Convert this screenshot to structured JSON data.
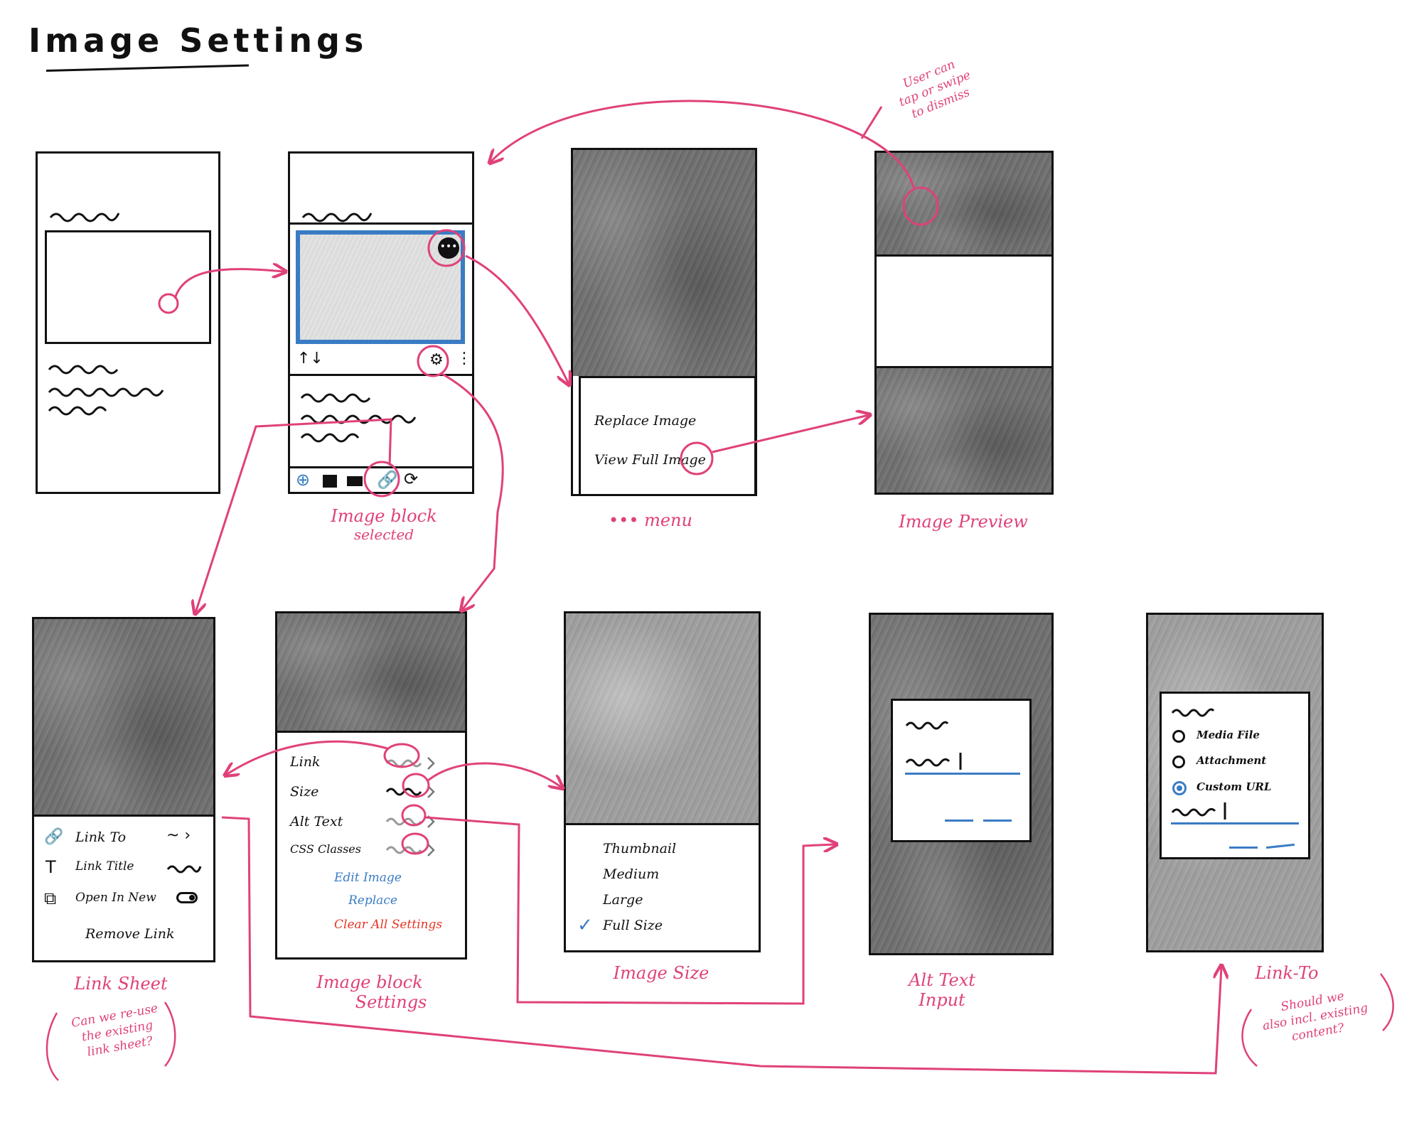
{
  "title": "Image Settings",
  "captions": {
    "block_selected_line1": "Image block",
    "block_selected_line2": "selected",
    "more_menu": "••• menu",
    "image_preview": "Image Preview",
    "link_sheet": "Link Sheet",
    "block_settings_line1": "Image block",
    "block_settings_line2": "Settings",
    "image_size": "Image Size",
    "alt_text_line1": "Alt Text",
    "alt_text_line2": "Input",
    "link_to": "Link-To"
  },
  "notes": {
    "dismiss": [
      "User can",
      "tap or swipe",
      "to dismiss"
    ],
    "reuse_link_sheet": [
      "Can we re-use",
      "the existing",
      "link sheet?"
    ],
    "existing_content": [
      "Should we",
      "also incl. existing",
      "content?"
    ]
  },
  "more_menu_items": [
    "Replace Image",
    "View Full Image"
  ],
  "block_settings": {
    "rows": [
      "Link",
      "Size",
      "Alt Text",
      "CSS Classes"
    ],
    "edit_image": "Edit Image",
    "replace": "Replace",
    "clear_all": "Clear All Settings"
  },
  "image_size_options": [
    "Thumbnail",
    "Medium",
    "Large",
    "Full Size"
  ],
  "image_size_selected": "Full Size",
  "link_sheet": {
    "rows": [
      "Link To",
      "Link Title",
      "Open In New"
    ],
    "remove": "Remove Link"
  },
  "link_to_options": [
    "Media File",
    "Attachment",
    "Custom URL"
  ],
  "link_to_selected": "Custom URL",
  "colors": {
    "annotation_pink": "#e0417a",
    "selection_blue": "#3a7cc4",
    "destructive_red": "#e53525",
    "ink": "#111111"
  }
}
